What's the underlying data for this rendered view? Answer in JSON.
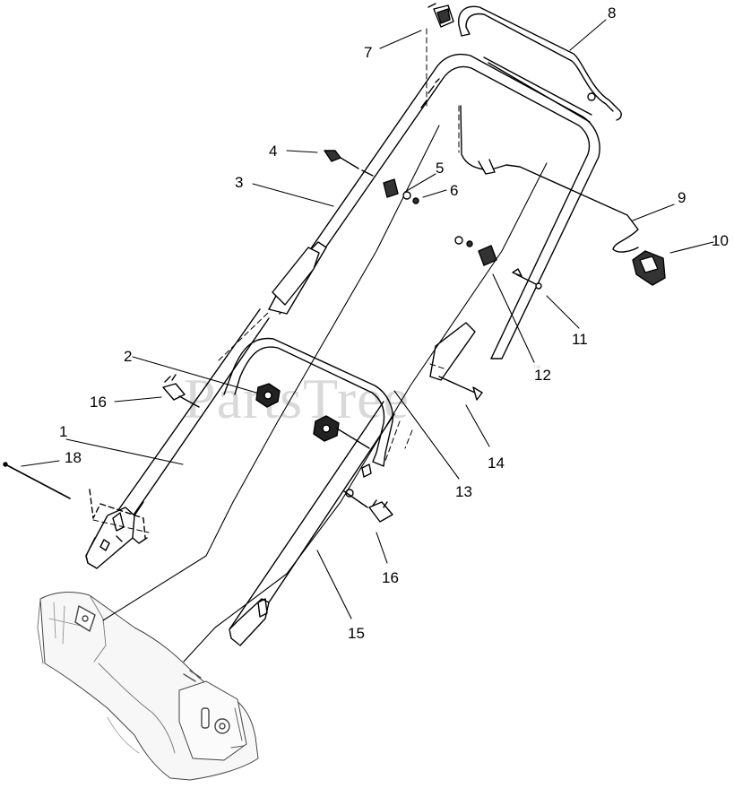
{
  "watermark": {
    "text": "PartsTree",
    "mark": "™"
  },
  "callouts": [
    {
      "id": "1",
      "label": "1"
    },
    {
      "id": "2",
      "label": "2"
    },
    {
      "id": "3",
      "label": "3"
    },
    {
      "id": "4",
      "label": "4"
    },
    {
      "id": "5",
      "label": "5"
    },
    {
      "id": "6",
      "label": "6"
    },
    {
      "id": "7",
      "label": "7"
    },
    {
      "id": "8",
      "label": "8"
    },
    {
      "id": "9",
      "label": "9"
    },
    {
      "id": "10",
      "label": "10"
    },
    {
      "id": "11",
      "label": "11"
    },
    {
      "id": "12",
      "label": "12"
    },
    {
      "id": "13",
      "label": "13"
    },
    {
      "id": "14",
      "label": "14"
    },
    {
      "id": "15",
      "label": "15"
    },
    {
      "id": "16a",
      "label": "16"
    },
    {
      "id": "16b",
      "label": "16"
    },
    {
      "id": "18",
      "label": "18"
    }
  ]
}
